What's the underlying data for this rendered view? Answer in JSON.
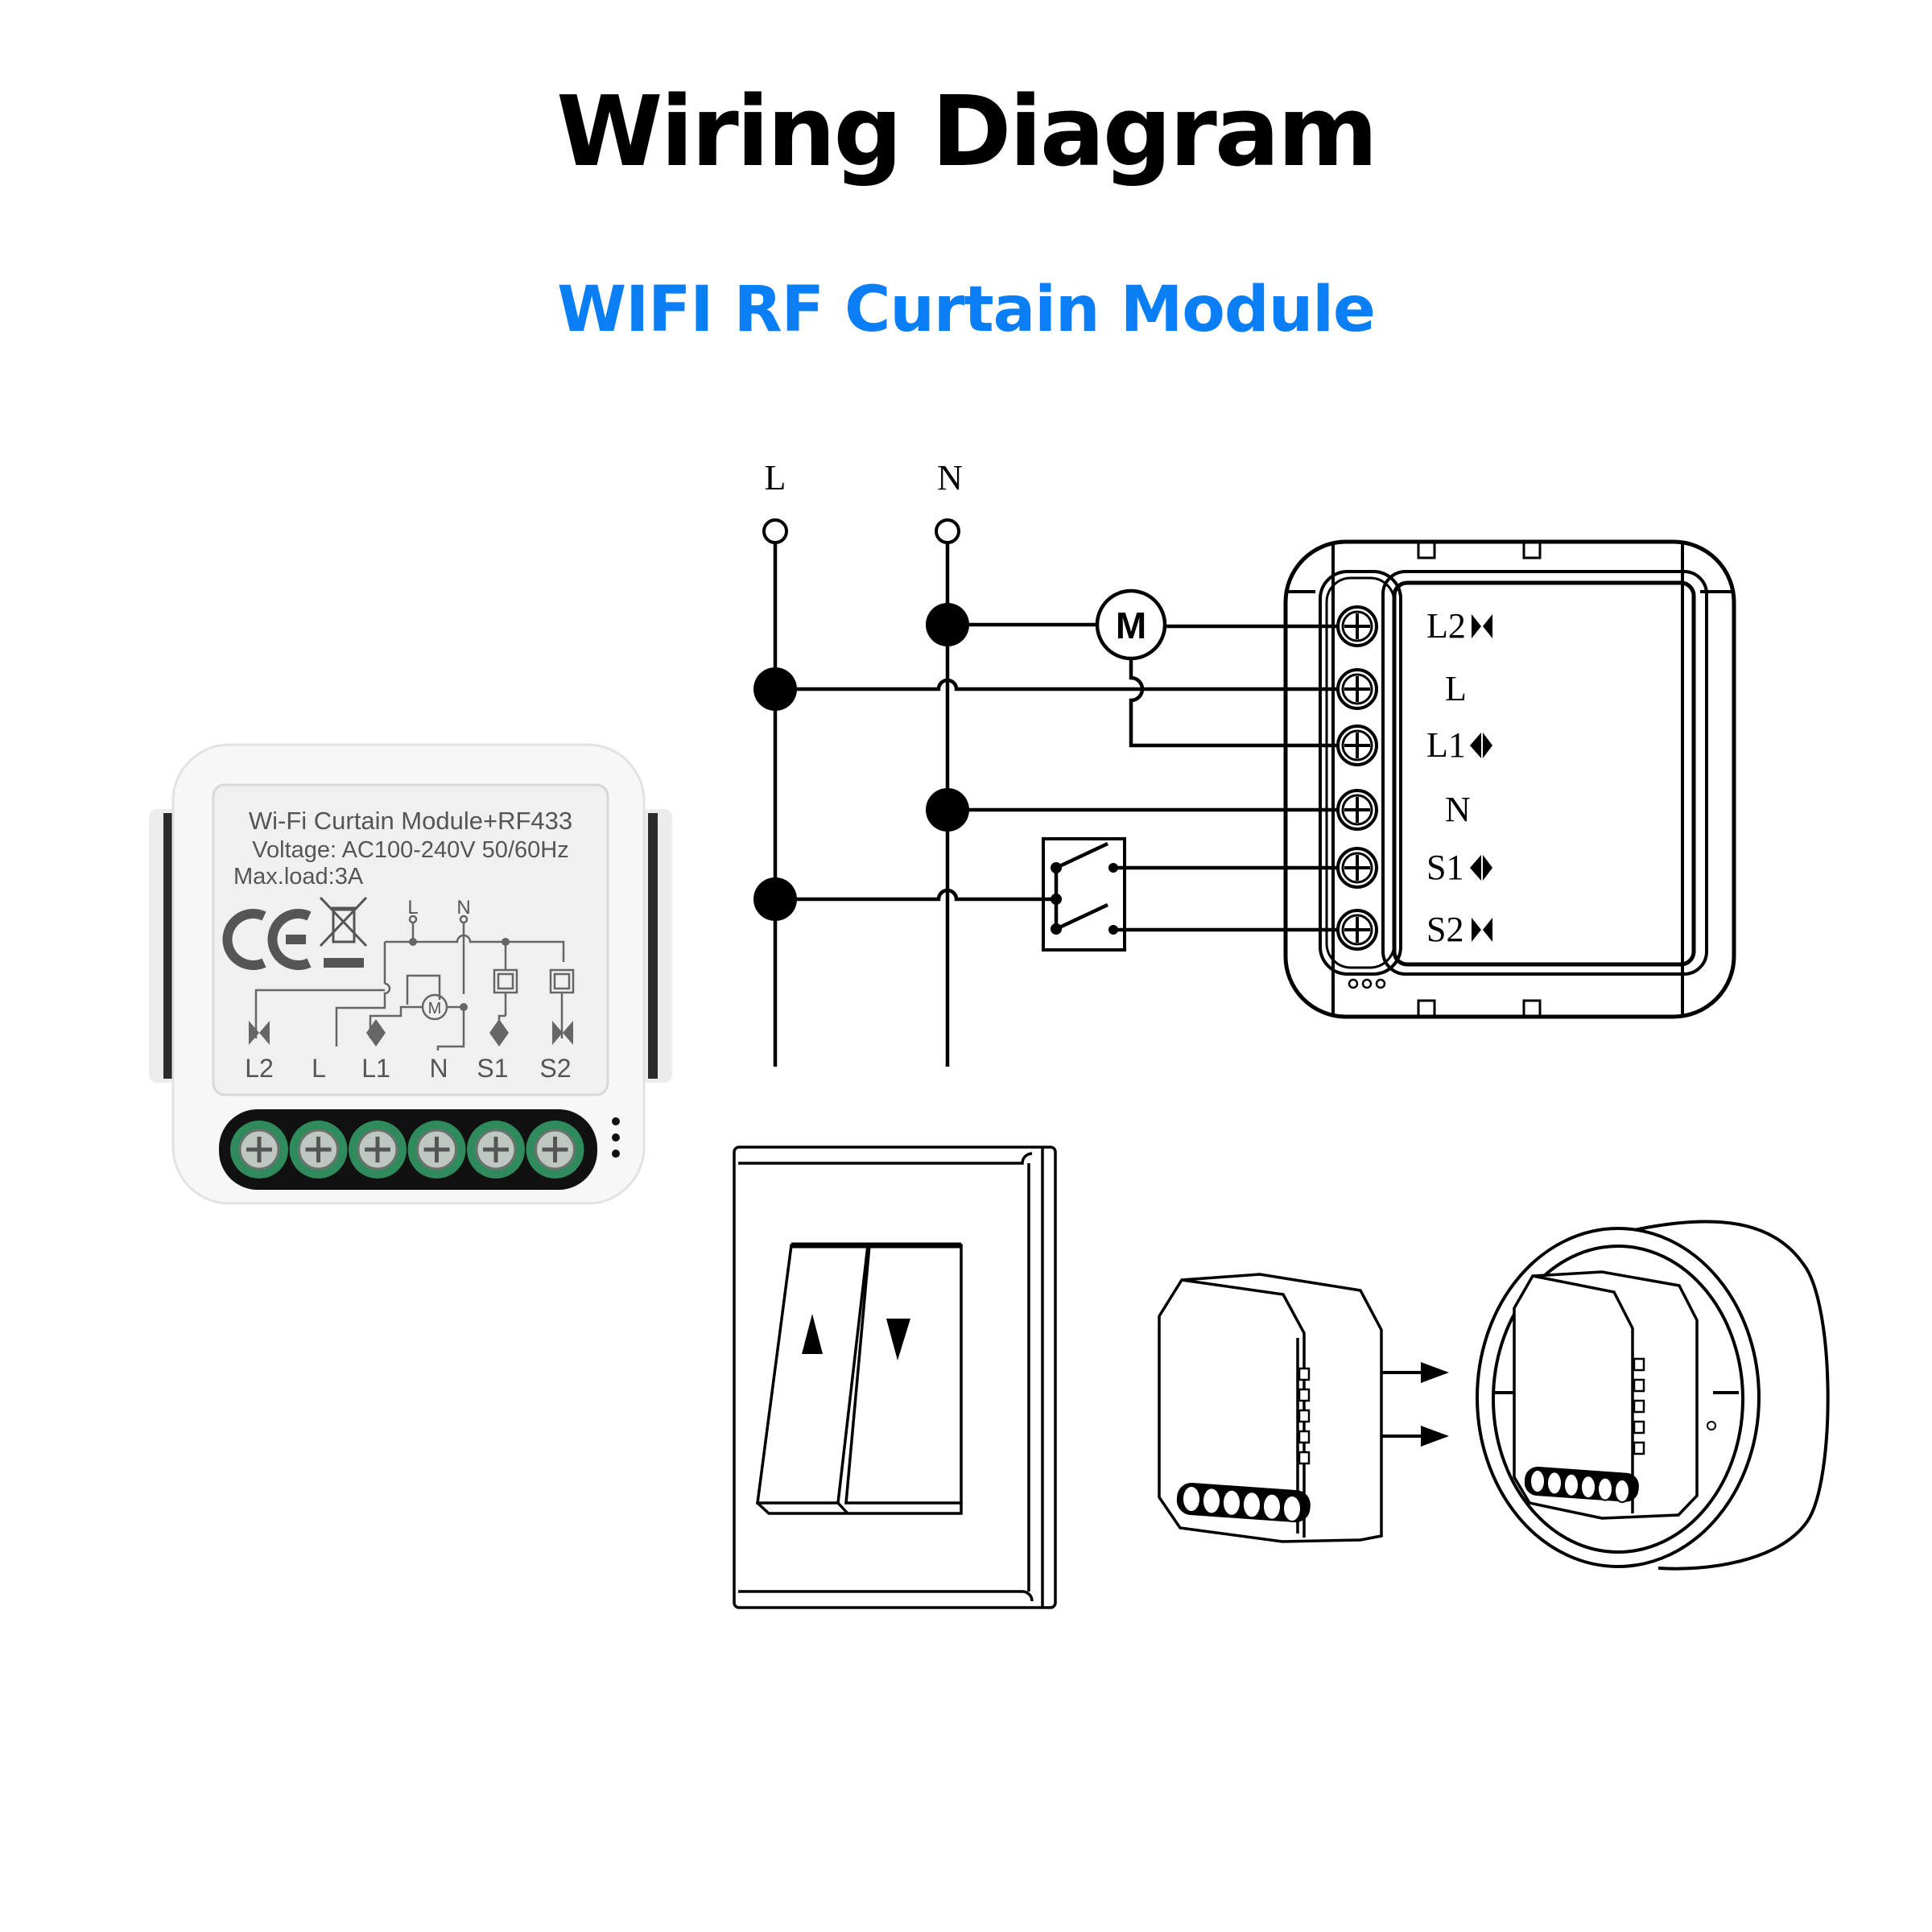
{
  "header": {
    "title": "Wiring Diagram",
    "subtitle": "WIFI RF Curtain Module",
    "subtitle_color": "#0a7ef5"
  },
  "product": {
    "label_line1": "Wi-Fi Curtain Module+RF433",
    "label_line2": "Voltage: AC100-240V 50/60Hz",
    "label_line3": "Max.load:3A",
    "ce_mark": "CE",
    "weee_icon": "crossed-bin-icon",
    "schematic_top_labels": [
      "L",
      "N"
    ],
    "motor_label": "M",
    "terminal_labels": [
      "L2",
      "L",
      "L1",
      "N",
      "S1",
      "S2"
    ],
    "terminal_color": "#2f8a5c",
    "label_text_color": "#555555"
  },
  "schematic": {
    "bus_labels": [
      "L",
      "N"
    ],
    "motor_label": "M",
    "module_terminals": [
      {
        "label": "L2",
        "icon": "close-curtain-icon"
      },
      {
        "label": "L",
        "icon": ""
      },
      {
        "label": "L1",
        "icon": "open-curtain-icon"
      },
      {
        "label": "N",
        "icon": ""
      },
      {
        "label": "S1",
        "icon": "open-curtain-icon"
      },
      {
        "label": "S2",
        "icon": "close-curtain-icon"
      }
    ]
  },
  "illustrations": {
    "wall_switch": {
      "up_icon": "up-arrow-icon",
      "down_icon": "down-arrow-icon"
    },
    "install": {
      "arrow_icon": "right-arrow-icon"
    }
  }
}
